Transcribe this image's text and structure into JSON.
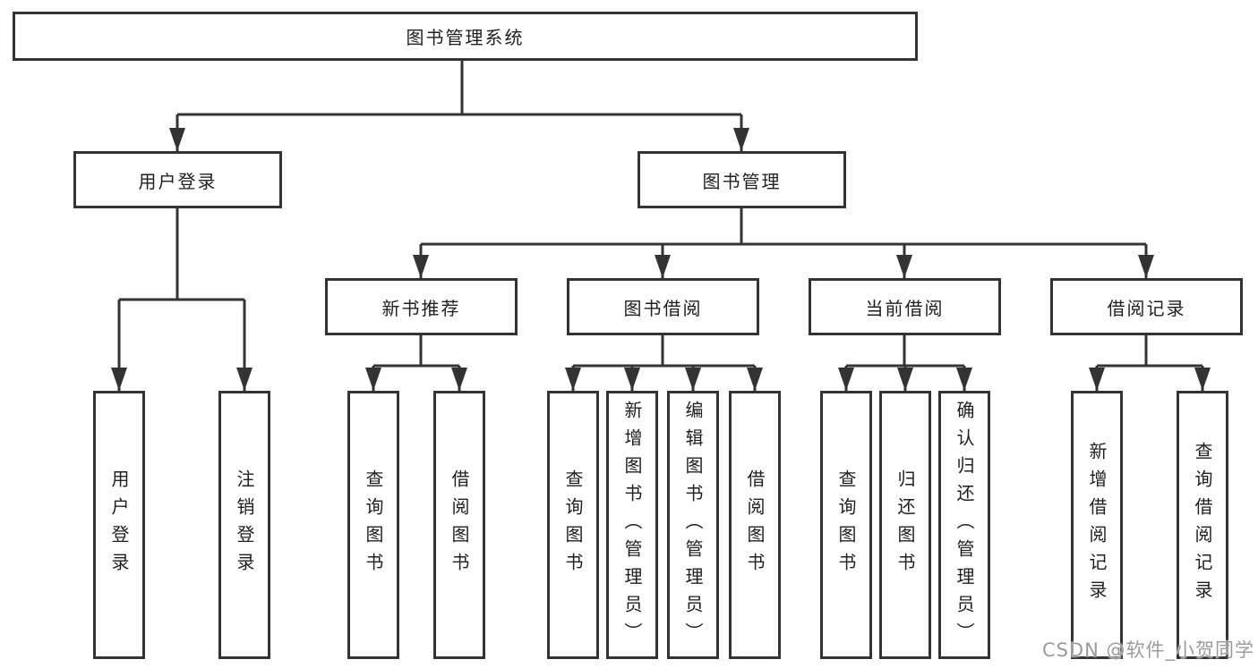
{
  "diagram": {
    "root": {
      "label": "图书管理系统"
    },
    "branches": [
      {
        "label": "用户登录",
        "children": [
          {
            "label": "用户登录"
          },
          {
            "label": "注销登录"
          }
        ]
      },
      {
        "label": "图书管理",
        "children": [
          {
            "label": "新书推荐",
            "children": [
              {
                "label": "查询图书"
              },
              {
                "label": "借阅图书"
              }
            ]
          },
          {
            "label": "图书借阅",
            "children": [
              {
                "label": "查询图书"
              },
              {
                "label": "新增图书（管理员）"
              },
              {
                "label": "编辑图书（管理员）"
              },
              {
                "label": "借阅图书"
              }
            ]
          },
          {
            "label": "当前借阅",
            "children": [
              {
                "label": "查询图书"
              },
              {
                "label": "归还图书"
              },
              {
                "label": "确认归还（管理员）"
              }
            ]
          },
          {
            "label": "借阅记录",
            "children": [
              {
                "label": "新增借阅记录"
              },
              {
                "label": "查询借阅记录"
              }
            ]
          }
        ]
      }
    ]
  },
  "watermark": {
    "text": "CSDN @软件_小贺同学"
  },
  "colors": {
    "line": "#333333",
    "text": "#1f1f1f",
    "background": "#ffffff",
    "watermark": "#9b9b9b"
  }
}
